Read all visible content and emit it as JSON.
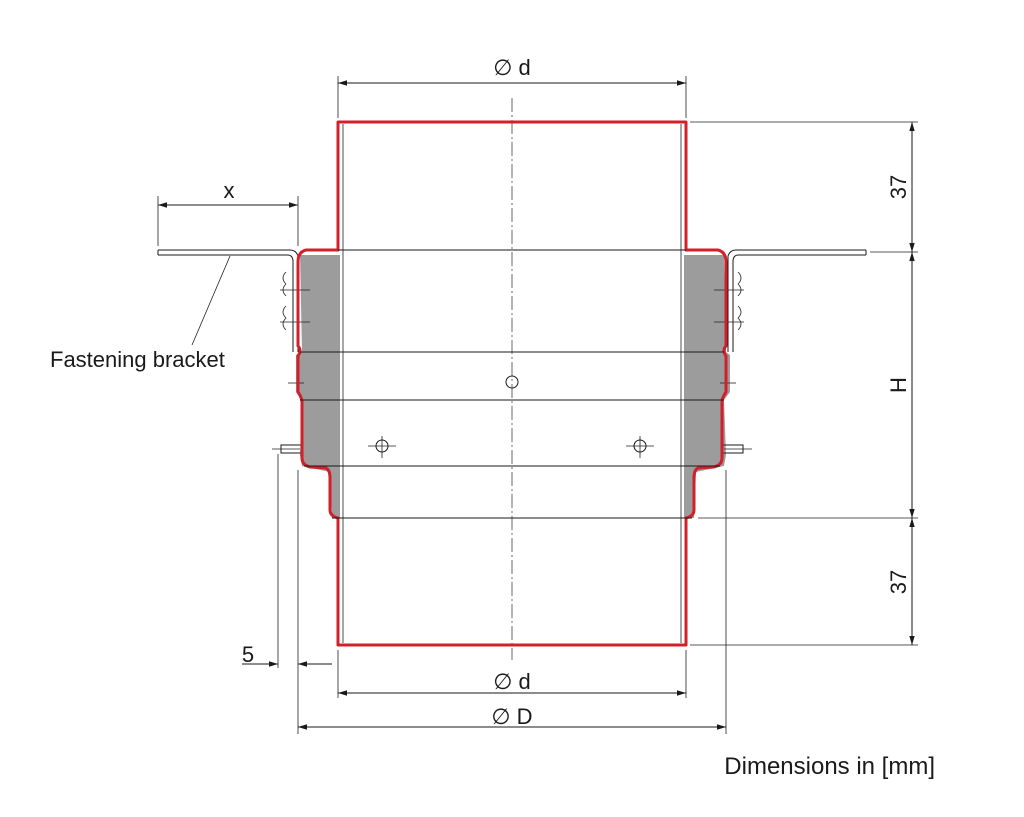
{
  "labels": {
    "top_diameter": "∅ d",
    "bottom_diameter_small": "∅ d",
    "bottom_diameter_large": "∅ D",
    "bracket_offset": "x",
    "top_extension": "37",
    "bottom_extension": "37",
    "height": "H",
    "offset_small": "5",
    "fastening_bracket": "Fastening bracket",
    "units_note": "Dimensions in [mm]"
  },
  "colors": {
    "outline": "#d0202a",
    "seal": "#9c9c9c",
    "lines": "#1a1a1a"
  }
}
